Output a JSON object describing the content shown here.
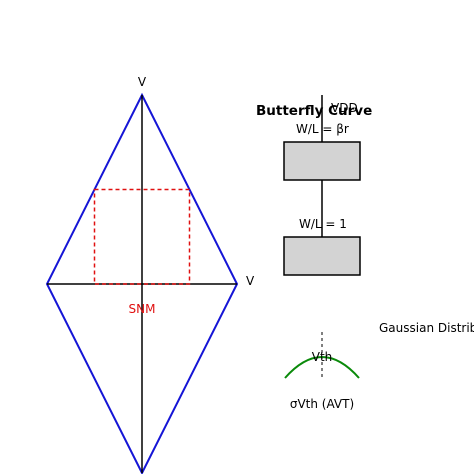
{
  "colors": {
    "curve": "#1515d6",
    "axis": "#000000",
    "snm": "#e01010",
    "box_fill": "#d3d3d3",
    "gaussian": "#0a8a0a"
  },
  "butterfly": {
    "y_axis_label": "V",
    "x_axis_label": "V",
    "snm_label": "SNM"
  },
  "circuit": {
    "title": "Butterfly Curve",
    "vdd_label": "VDD",
    "top_box_label": "W/L = βr",
    "bottom_box_label": "W/L = 1"
  },
  "distribution": {
    "gaussian_label": "Gaussian Distribution",
    "vth_label": "Vth",
    "sigma_label": "σVth (AVT)"
  }
}
